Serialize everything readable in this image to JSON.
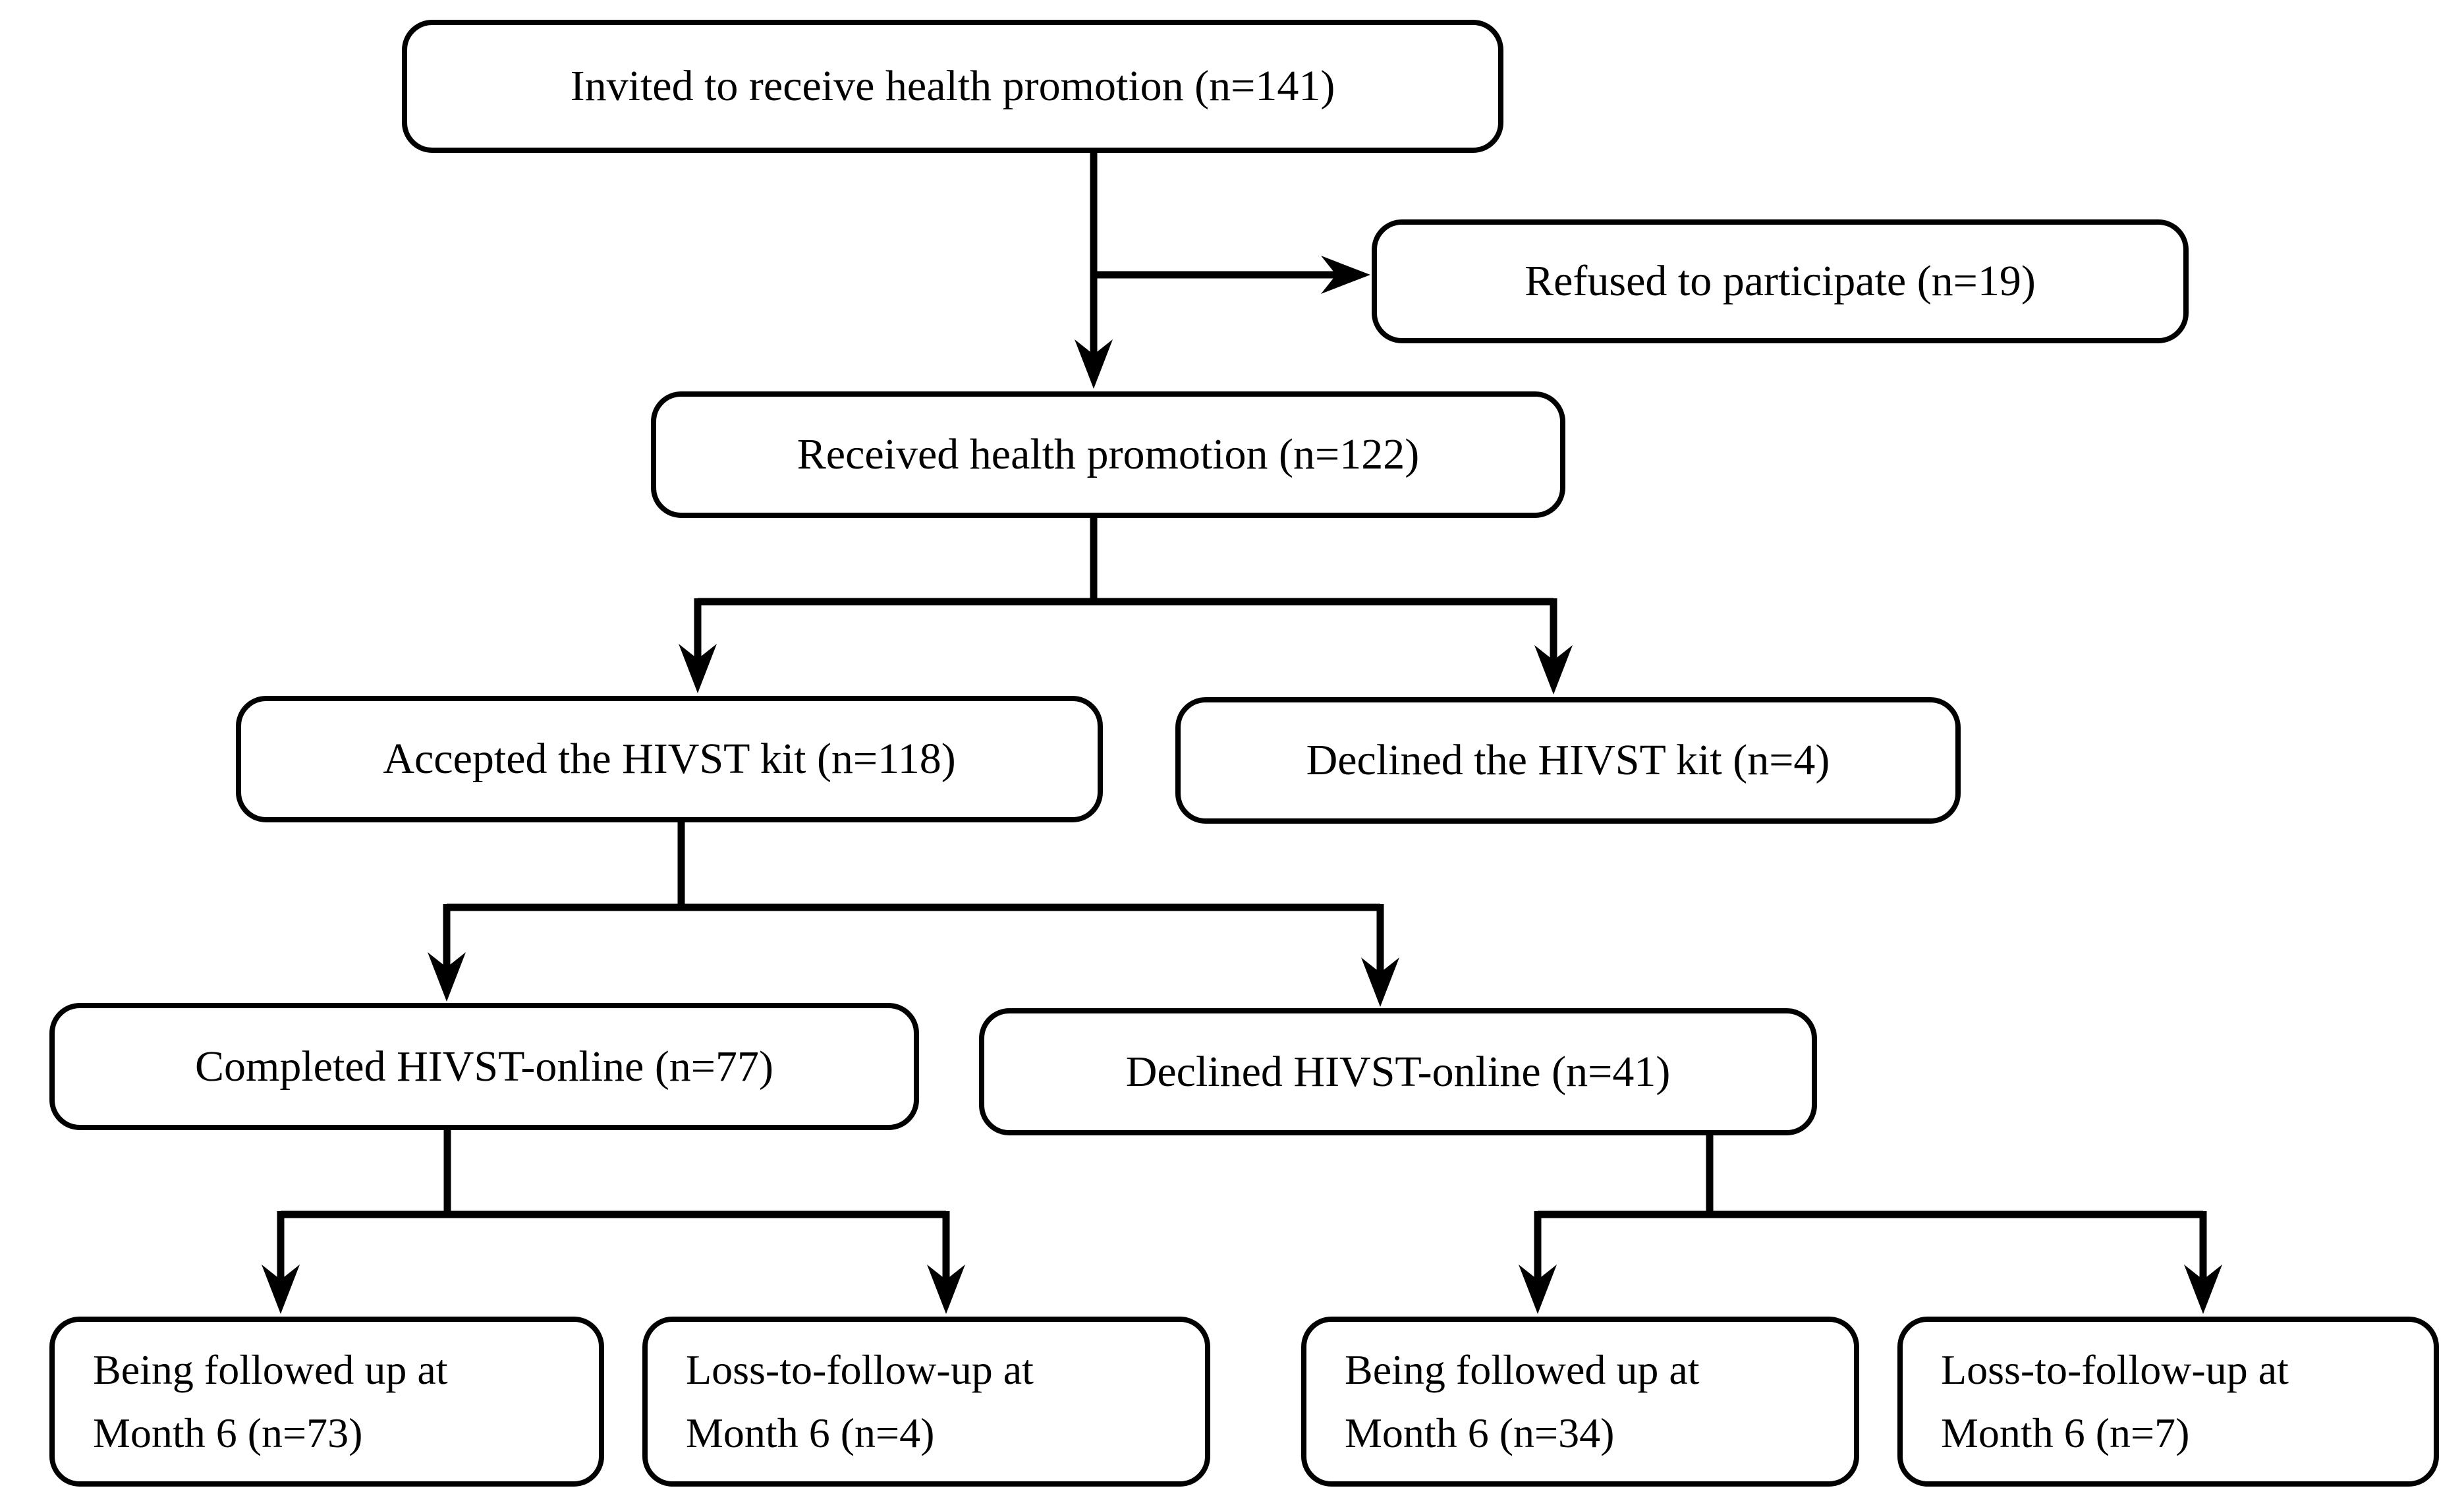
{
  "figure": {
    "background_color": "#ffffff",
    "line_color": "#000000",
    "nodes": {
      "invited": {
        "label": "Invited to receive health promotion (n=141)",
        "n": 141
      },
      "refused": {
        "label": "Refused to participate (n=19)",
        "n": 19
      },
      "received": {
        "label": "Received health promotion (n=122)",
        "n": 122
      },
      "accepted_kit": {
        "label": "Accepted the HIVST kit (n=118)",
        "n": 118
      },
      "declined_kit": {
        "label": "Declined the HIVST kit (n=4)",
        "n": 4
      },
      "completed_online": {
        "label": "Completed HIVST-online (n=77)",
        "n": 77
      },
      "declined_online": {
        "label": "Declined HIVST-online (n=41)",
        "n": 41
      },
      "followed_completed": {
        "lines": [
          "Being followed up at",
          "Month 6 (n=73)"
        ],
        "n": 73
      },
      "ltfu_completed": {
        "lines": [
          "Loss-to-follow-up at",
          "Month 6 (n=4)"
        ],
        "n": 4
      },
      "followed_declined": {
        "lines": [
          "Being followed up at",
          "Month 6 (n=34)"
        ],
        "n": 34
      },
      "ltfu_declined": {
        "lines": [
          "Loss-to-follow-up at",
          "Month 6 (n=7)"
        ],
        "n": 7
      }
    },
    "edges": [
      {
        "from": "invited",
        "to": "refused"
      },
      {
        "from": "invited",
        "to": "received"
      },
      {
        "from": "received",
        "to": "accepted_kit"
      },
      {
        "from": "received",
        "to": "declined_kit"
      },
      {
        "from": "accepted_kit",
        "to": "completed_online"
      },
      {
        "from": "accepted_kit",
        "to": "declined_online"
      },
      {
        "from": "completed_online",
        "to": "followed_completed"
      },
      {
        "from": "completed_online",
        "to": "ltfu_completed"
      },
      {
        "from": "declined_online",
        "to": "followed_declined"
      },
      {
        "from": "declined_online",
        "to": "ltfu_declined"
      }
    ]
  }
}
